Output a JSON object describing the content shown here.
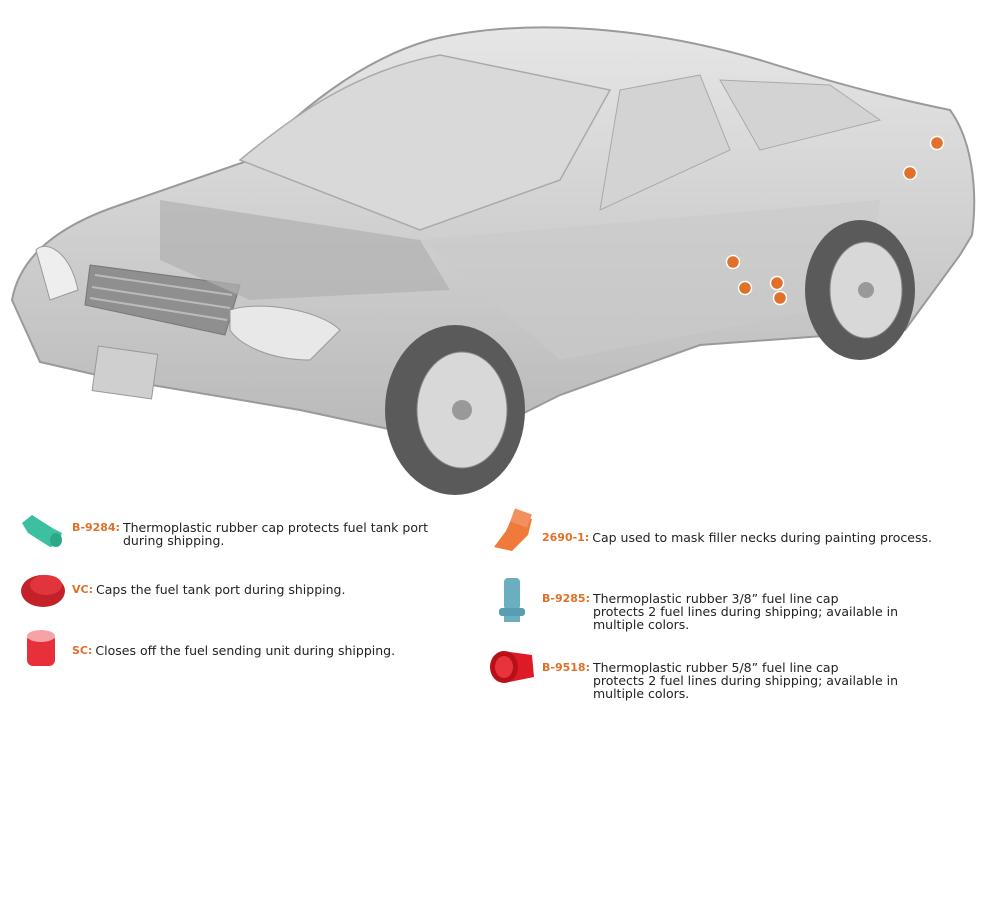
{
  "accent_color": "#e0702a",
  "callout_markers": 6,
  "parts": [
    {
      "code": "B-9284:",
      "description": "Thermoplastic rubber cap protects fuel tank port\nduring shipping.",
      "icon": "teal-cap-icon",
      "color": "#3cc0a0"
    },
    {
      "code": "VC:",
      "description": "Caps the fuel tank port during shipping.",
      "icon": "red-round-cap-icon",
      "color": "#d22a33"
    },
    {
      "code": "SC:",
      "description": "Closes off the fuel sending unit during shipping.",
      "icon": "red-pink-plug-icon",
      "color": "#e8303a"
    },
    {
      "code": "2690-1:",
      "description": "Cap used to mask filler necks during painting process.",
      "icon": "orange-cap-icon",
      "color": "#f07a3a"
    },
    {
      "code": "B-9285:",
      "description": "Thermoplastic rubber 3/8” fuel line cap\nprotects 2 fuel lines during shipping; available in\nmultiple colors.",
      "icon": "blue-line-cap-icon",
      "color": "#6aaec0"
    },
    {
      "code": "B-9518:",
      "description": "Thermoplastic rubber 5/8” fuel line cap\nprotects 2 fuel lines during shipping; available in\nmultiple colors.",
      "icon": "red-line-cap-icon",
      "color": "#dd1a25"
    }
  ]
}
